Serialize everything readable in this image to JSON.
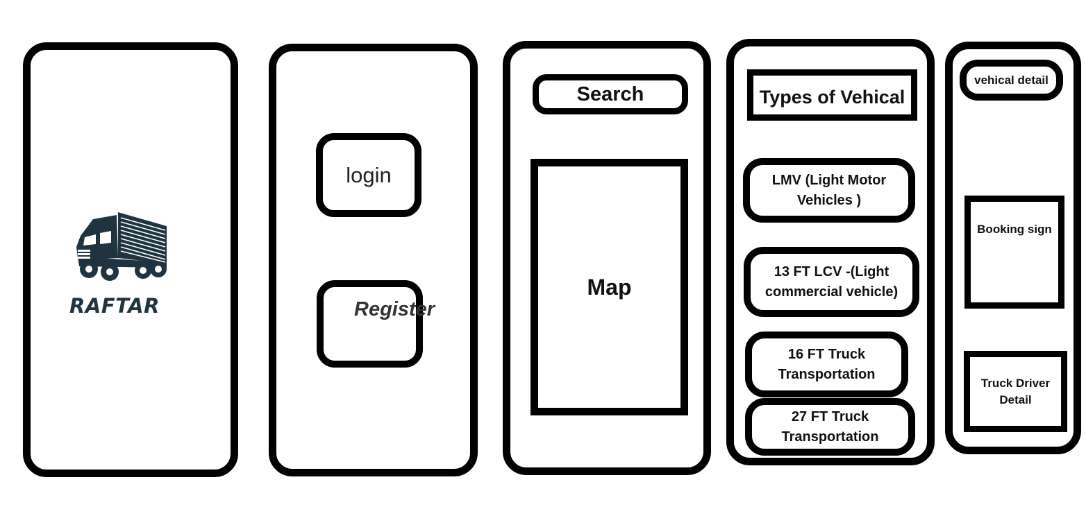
{
  "splash": {
    "brand": "RAFTAR",
    "logo_icon": "truck-icon"
  },
  "auth": {
    "login_label": "login",
    "register_label": "Register"
  },
  "map_screen": {
    "search_label": "Search",
    "map_label": "Map"
  },
  "vehicle_types": {
    "title": "Types of Vehical",
    "items": [
      {
        "label": "LMV (Light Motor Vehicles )"
      },
      {
        "label": "13 FT LCV -(Light commercial vehicle)"
      },
      {
        "label": "16 FT Truck Transportation"
      },
      {
        "label": "27 FT Truck Transportation"
      }
    ]
  },
  "booking": {
    "vehical_detail": "vehical detail",
    "booking_sign": "Booking sign",
    "driver_detail": "Truck Driver Detail"
  },
  "colors": {
    "stroke": "#000000",
    "brand": "#1f3440"
  }
}
